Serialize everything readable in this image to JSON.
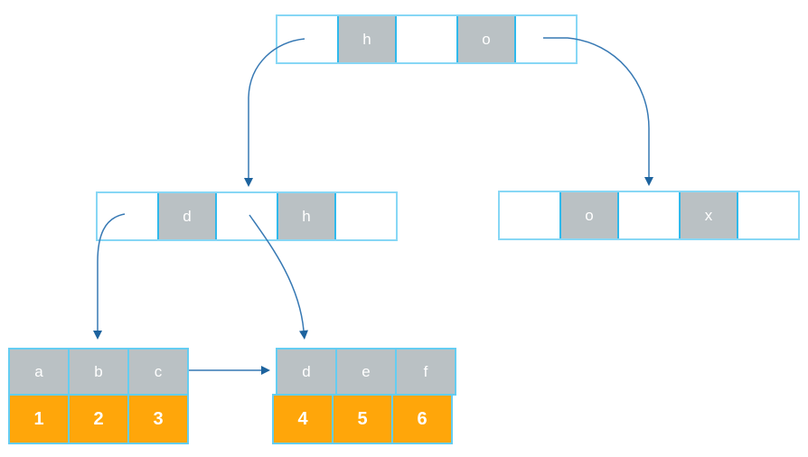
{
  "colors": {
    "background": "#FFFFFF",
    "node_border": "#87D7F5",
    "key_cell_border": "#2FB9EC",
    "key_cell_fill": "#BAC1C4",
    "pointer_cell_fill": "#FFFFFF",
    "value_cell_fill": "#FFA60A",
    "leaf_cell_border": "#64CDF2",
    "cell_text": "#FFFFFF",
    "arrow_line": "#3779B4",
    "arrow_head": "#1D639E"
  },
  "tree": {
    "internal_nodes": [
      {
        "id": "root",
        "cells": [
          "",
          "h",
          "",
          "o",
          ""
        ]
      },
      {
        "id": "internal-left",
        "cells": [
          "",
          "d",
          "",
          "h",
          ""
        ]
      },
      {
        "id": "internal-right",
        "cells": [
          "",
          "o",
          "",
          "x",
          ""
        ]
      }
    ],
    "leaf_nodes": [
      {
        "id": "leaf-left",
        "keys": [
          "a",
          "b",
          "c"
        ],
        "values": [
          "1",
          "2",
          "3"
        ]
      },
      {
        "id": "leaf-right",
        "keys": [
          "d",
          "e",
          "f"
        ],
        "values": [
          "4",
          "5",
          "6"
        ]
      }
    ],
    "arrows": [
      {
        "from": "root pointer-cell-1",
        "to": "internal-left node top"
      },
      {
        "from": "root pointer-cell-3",
        "to": "internal-right node top"
      },
      {
        "from": "internal-left pointer-cell-1",
        "to": "leaf-left (above key b)"
      },
      {
        "from": "internal-left pointer-cell-2",
        "to": "leaf-right (above key d)"
      },
      {
        "from": "leaf-left right edge",
        "to": "leaf-right left edge"
      }
    ]
  }
}
